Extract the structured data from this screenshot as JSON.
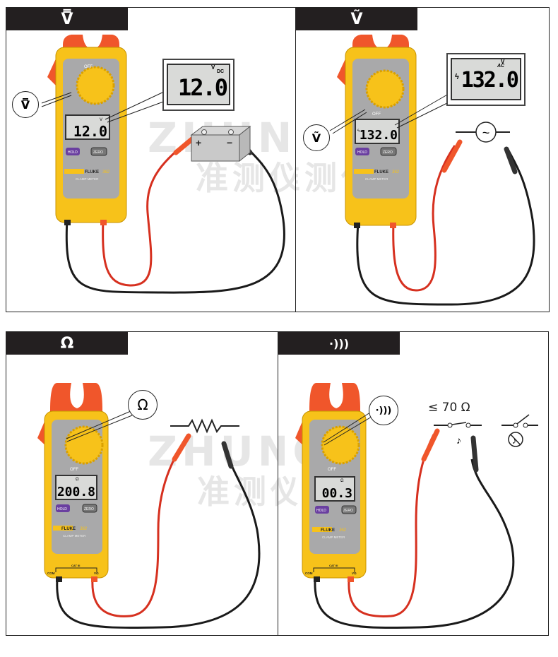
{
  "colors": {
    "header_bg": "#231f20",
    "meter_body": "#f7c21a",
    "meter_face": "#a9a9aa",
    "jaw": "#f0562b",
    "lcd": "#d9dad8",
    "hold_button": "#6a3fa0",
    "red_lead": "#d6301f",
    "black_lead": "#1a1a1a",
    "watermark": "#cfcfcf"
  },
  "meter": {
    "brand": "FLUKE",
    "model": "362",
    "subtitle": "CLAMP METER",
    "hold_label": "HOLD",
    "zero_label": "ZERO",
    "off_label": "OFF",
    "com_label": "COM",
    "vo_label": "VΩ",
    "cat_label": "CAT III"
  },
  "watermark": {
    "latin": "ZHUNCE",
    "chinese": "准测仪器"
  },
  "panels": [
    {
      "id": "dc-voltage",
      "header_symbol": "V̿",
      "header_icon": "dc-voltage-icon",
      "callout_symbol": "V̿",
      "reading": "12.0",
      "unit_top": "V",
      "unit_sub": "DC",
      "source": "battery",
      "plus": "+",
      "minus": "−"
    },
    {
      "id": "ac-voltage",
      "header_symbol": "Ṽ",
      "header_icon": "ac-voltage-icon",
      "callout_symbol": "Ṽ",
      "reading": "132.0",
      "unit_top": "V",
      "unit_sub": "AC",
      "hazard": "ϟ",
      "source": "ac-source",
      "source_symbol": "~"
    },
    {
      "id": "resistance",
      "header_symbol": "Ω",
      "header_icon": "ohm-icon",
      "callout_symbol": "Ω",
      "reading": "200.8",
      "unit_top": "Ω",
      "source": "resistor"
    },
    {
      "id": "continuity",
      "header_symbol": "·)))",
      "header_icon": "continuity-icon",
      "callout_symbol": "·)))",
      "reading": "00.3",
      "unit_top": "Ω",
      "source": "switch",
      "threshold": "≤ 70 Ω",
      "beep_on": "♪",
      "beep_off": "♪"
    }
  ]
}
